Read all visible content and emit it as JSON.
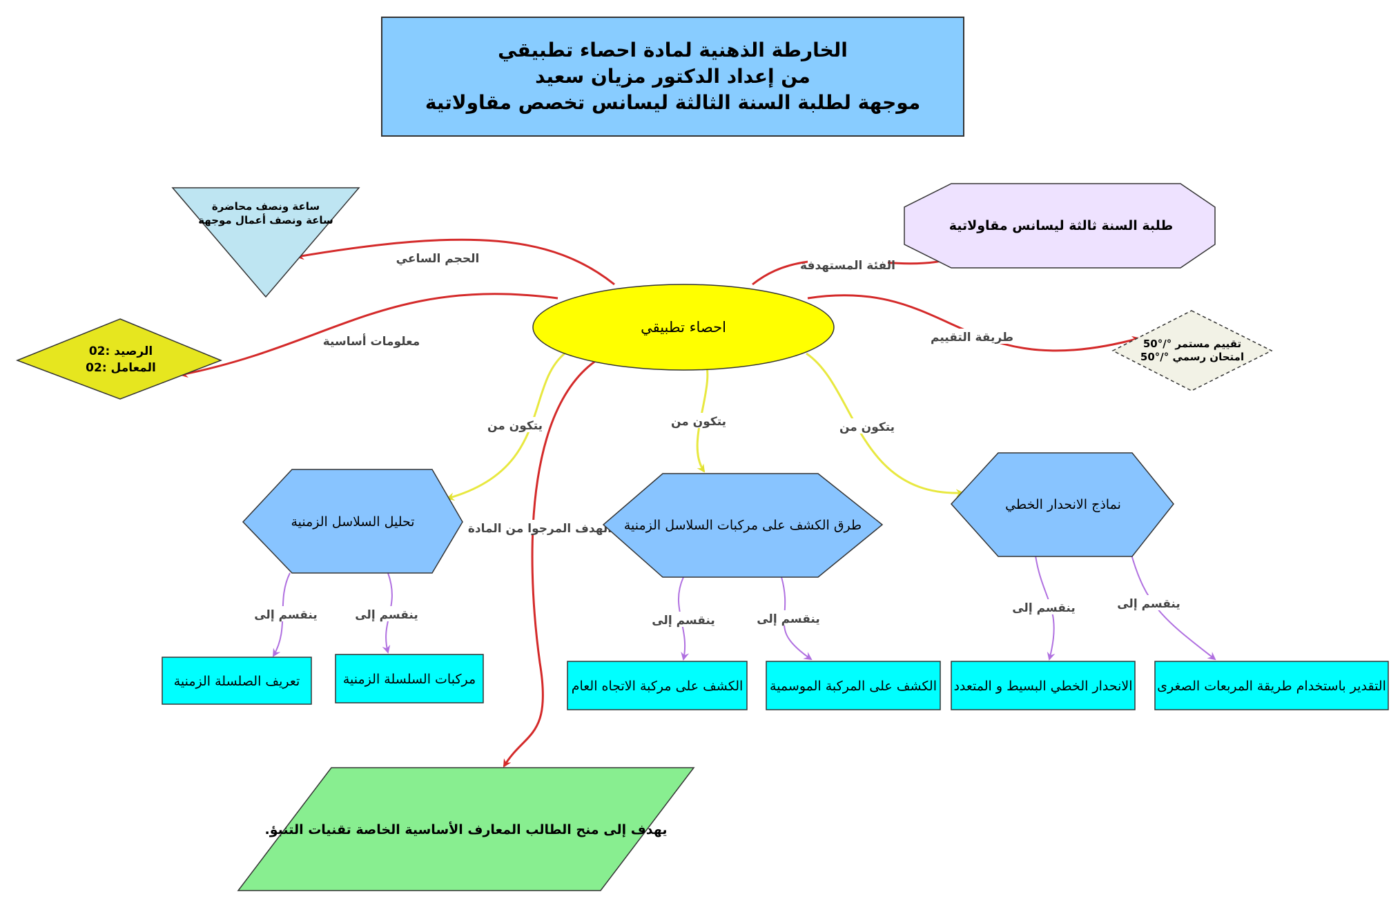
{
  "title": {
    "line1": "الخارطة  الذهنية  لمادة  احصاء تطبيقي",
    "line2": "من إعداد الدكتور مزيان سعيد",
    "line3": "موجهة لطلبة السنة الثالثة ليسانس تخصص مقاولاتية"
  },
  "center": {
    "label": "احصاء تطبيقي"
  },
  "branches": {
    "volume": {
      "edge": "الحجم الساعي",
      "line1": "ساعة ونصف محاضرة",
      "line2": "ساعة ونصف أعمال موجهة"
    },
    "target": {
      "edge": "الفئة المستهدفة",
      "label": "طلبة السنة ثالثة ليسانس مقاولاتية"
    },
    "basics": {
      "edge": "معلومات أساسية",
      "line1": "الرصيد :02",
      "line2": "المعامل :02"
    },
    "evaluation": {
      "edge": "طريقة  التقييم",
      "line1": "تقييم مستمر °/°50",
      "line2": "امتحان رسمي °/°50"
    },
    "goal": {
      "edge": "الهدف المرجوا من المادة",
      "label": "يهدف إلى منح الطالب المعارف الأساسية الخاصة تقنيات التنبؤ."
    }
  },
  "components": [
    {
      "edge": "يتكون من",
      "label": "تحليل السلاسل الزمنية",
      "children": [
        {
          "edge": "ينقسم إلى",
          "label": "تعريف الصلسلة الزمنية"
        },
        {
          "edge": "ينقسم إلى",
          "label": "مركبات السلسلة الزمنية"
        }
      ]
    },
    {
      "edge": "يتكون من",
      "label": "طرق الكشف على مركبات السلاسل الزمنية",
      "children": [
        {
          "edge": "ينقسم إلى",
          "label": "الكشف على مركبة الاتجاه العام"
        },
        {
          "edge": "ينقسم إلى",
          "label": "الكشف على المركبة الموسمية"
        }
      ]
    },
    {
      "edge": "يتكون من",
      "label": "نماذج الانحدار الخطي",
      "children": [
        {
          "edge": "ينقسم إلى",
          "label": "الانحدار الخطي البسيط و المتعدد"
        },
        {
          "edge": "ينقسم إلى",
          "label": "التقدير باستخدام طريقة المربعات الصغرى"
        }
      ]
    }
  ],
  "colors": {
    "title_fill": "#88ccff",
    "center_fill": "#ffff00",
    "hexagon_fill": "#88c4ff",
    "leaf_fill": "#00ffff",
    "triangle_fill": "#bee5f2",
    "octagon_fill": "#eee2ff",
    "diamond_fill": "#e6e61f",
    "evaluation_fill": "#f2f2e6",
    "goal_fill": "#88ee90",
    "red_edge": "#d42a2a",
    "yellow_edge": "#e8e840",
    "purple_edge": "#b070e0"
  }
}
